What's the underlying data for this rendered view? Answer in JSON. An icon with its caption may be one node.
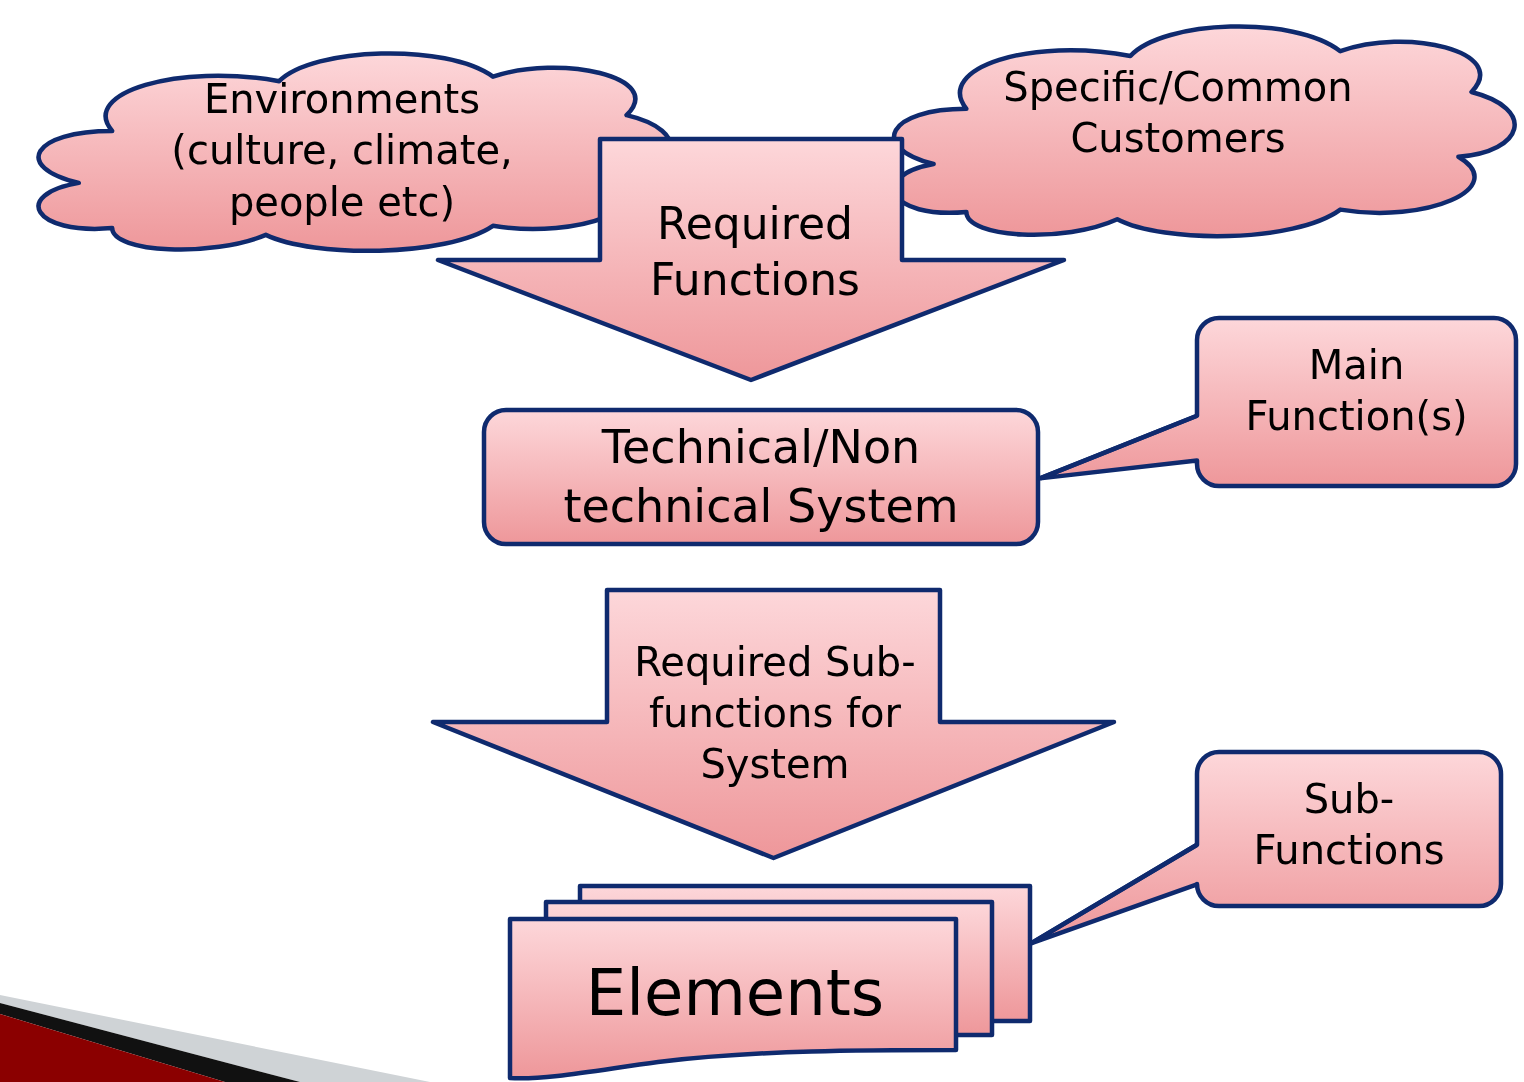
{
  "diagram": {
    "nodes": [
      {
        "text": [
          "Environments (culture, climate, people etc)"
        ]
      },
      {
        "text": [
          "Specific/Common Customers"
        ]
      },
      {
        "text": [
          "Required Functions"
        ]
      },
      {
        "text": [
          "Technical/Non technical System"
        ]
      },
      {
        "text": [
          "Main Function(s)"
        ]
      },
      {
        "text": [
          "Required Sub-functions for System"
        ]
      },
      {
        "text": [
          "Elements"
        ]
      },
      {
        "text": [
          "Sub-Functions"
        ]
      }
    ],
    "edges": [
      {
        "from": 4,
        "to": 3,
        "arrow": "none"
      },
      {
        "from": 7,
        "to": 6,
        "arrow": "none"
      }
    ]
  }
}
